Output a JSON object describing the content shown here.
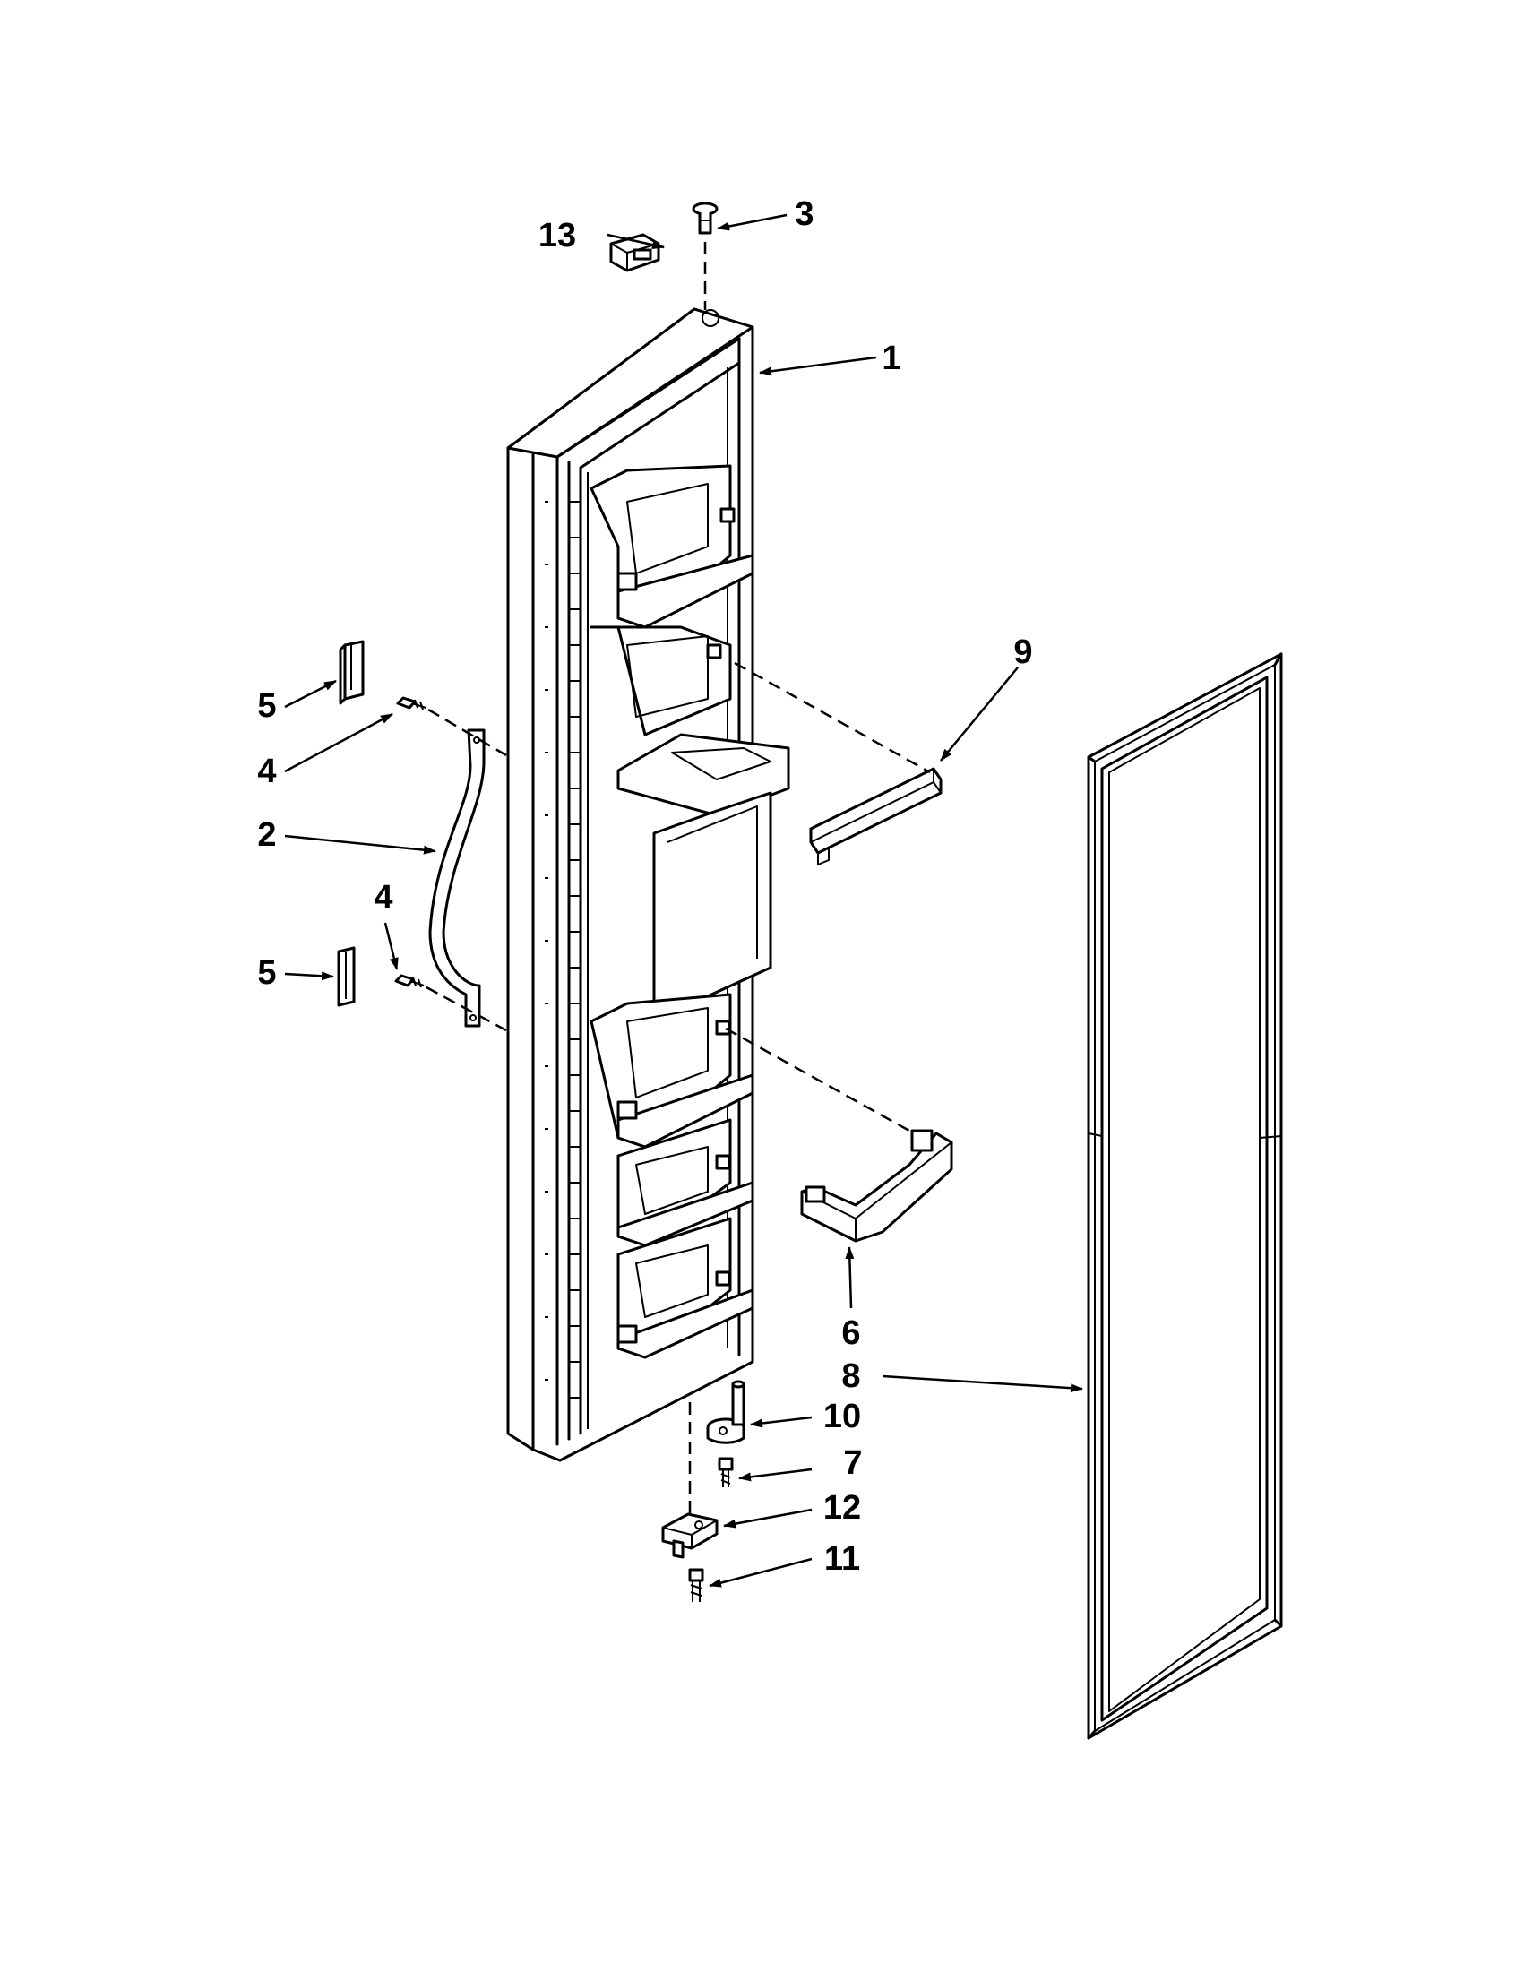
{
  "callouts": {
    "c1": "1",
    "c2": "2",
    "c3": "3",
    "c4a": "4",
    "c4b": "4",
    "c5a": "5",
    "c5b": "5",
    "c6": "6",
    "c7": "7",
    "c8": "8",
    "c9": "9",
    "c10": "10",
    "c11": "11",
    "c12": "12",
    "c13": "13"
  },
  "parts": [
    {
      "number": "1",
      "icon": "refrigerator-door-icon"
    },
    {
      "number": "2",
      "icon": "door-handle-icon"
    },
    {
      "number": "3",
      "icon": "hinge-bushing-icon"
    },
    {
      "number": "4",
      "icon": "screw-icon"
    },
    {
      "number": "5",
      "icon": "handle-end-cap-icon"
    },
    {
      "number": "6",
      "icon": "door-shelf-bin-icon"
    },
    {
      "number": "7",
      "icon": "screw-icon"
    },
    {
      "number": "8",
      "icon": "door-gasket-icon"
    },
    {
      "number": "9",
      "icon": "shelf-rail-icon"
    },
    {
      "number": "10",
      "icon": "hinge-pin-icon"
    },
    {
      "number": "11",
      "icon": "screw-icon"
    },
    {
      "number": "12",
      "icon": "hinge-bracket-icon"
    },
    {
      "number": "13",
      "icon": "door-stop-block-icon"
    }
  ],
  "colors": {
    "line": "#000000",
    "background": "#ffffff"
  }
}
